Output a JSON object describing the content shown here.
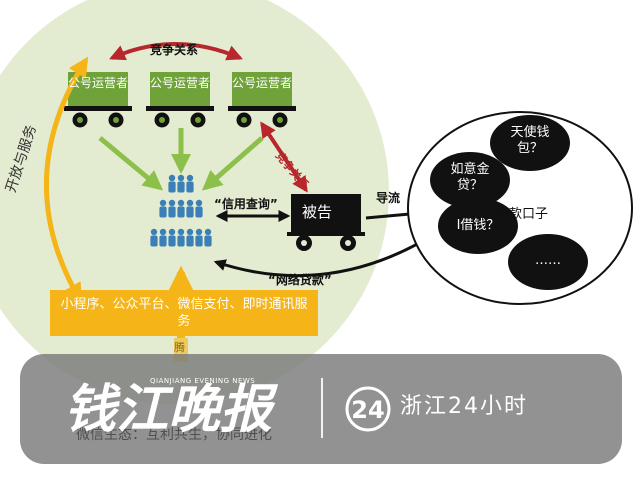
{
  "diagram": {
    "competition_top": "竞争关系",
    "competition_side": "竞争关系",
    "operators": [
      "公号运营者",
      "公号运营者",
      "公号运营者"
    ],
    "side_label": "开放与服务",
    "credit_query": "“信用查询”",
    "defendant": "被告",
    "diversion": "导流",
    "network_loan": "“网络贷款”",
    "platform_bar": "小程序、公众平台、微信支付、即时通讯服务",
    "platform_under": "腾",
    "loan_circle_label": "贷款口子",
    "loan_bubbles": [
      "天使钱包？",
      "如意金贷？",
      "I借钱？",
      "……"
    ],
    "footer_partial": "微信生态：互利共生，协同进化"
  },
  "watermark": {
    "brand": "钱江晚报",
    "brand_en": "QIANJIANG EVENING NEWS",
    "partner": "浙江24小时"
  },
  "colors": {
    "circle_bg": "#e3ecd1",
    "truck_green": "#6fa33a",
    "arrow_green": "#8cc04a",
    "red_arrow": "#b8272c",
    "orange": "#f5b418",
    "people_blue": "#3b7fb8",
    "watermark_band": "#7a7a7a"
  }
}
